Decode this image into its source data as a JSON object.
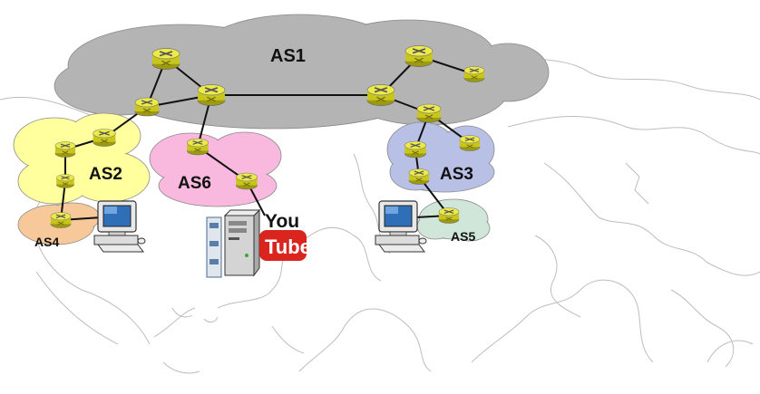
{
  "diagram": {
    "autonomous_systems": [
      {
        "id": "as1",
        "label": "AS1",
        "color": "#b4b4b4"
      },
      {
        "id": "as2",
        "label": "AS2",
        "color": "#ffff9e"
      },
      {
        "id": "as3",
        "label": "AS3",
        "color": "#b9c0e6"
      },
      {
        "id": "as4",
        "label": "AS4",
        "color": "#f6c89a"
      },
      {
        "id": "as5",
        "label": "AS5",
        "color": "#cfe6d9"
      },
      {
        "id": "as6",
        "label": "AS6",
        "color": "#f9b8de"
      }
    ],
    "server_logo": {
      "line1": "You",
      "line2": "Tube",
      "accent": "#d9251d"
    },
    "router_color": "#d9d62a",
    "icons": [
      "router-icon",
      "pc-icon",
      "server-icon",
      "youtube-logo",
      "world-map-background"
    ]
  }
}
